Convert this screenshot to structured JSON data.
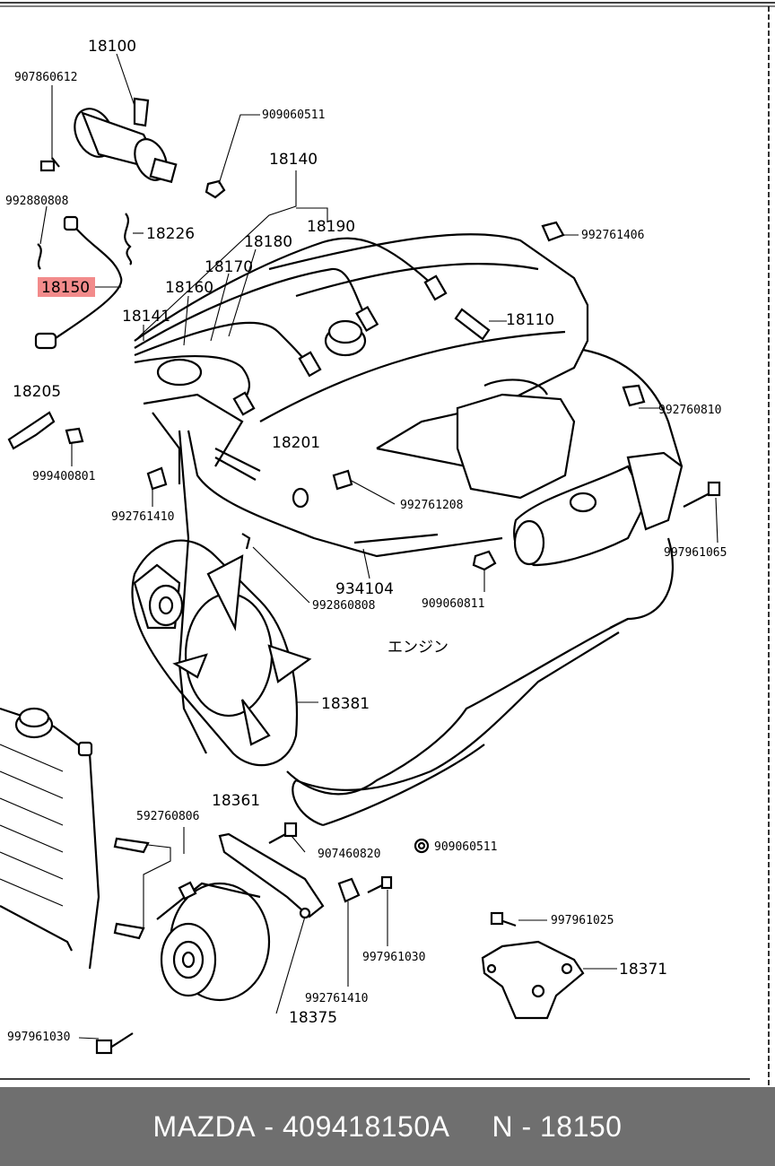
{
  "diagram": {
    "labels": {
      "p18100": "18100",
      "p907860612": "907860612",
      "p909060511_top": "909060511",
      "p18140": "18140",
      "p992880808": "992880808",
      "p18226": "18226",
      "p18190": "18190",
      "p992761406": "992761406",
      "p18180": "18180",
      "p18170": "18170",
      "p18150": "18150",
      "p18160": "18160",
      "p18110": "18110",
      "p18141": "18141",
      "p18205": "18205",
      "p992760810": "992760810",
      "p18201": "18201",
      "p999400801": "999400801",
      "p992761208": "992761208",
      "p992761410_mid": "992761410",
      "p997961065": "997961065",
      "p934104": "934104",
      "p909060811": "909060811",
      "p992860808": "992860808",
      "engine_jp": "エンジン",
      "p18381": "18381",
      "p18361": "18361",
      "p592760806": "592760806",
      "p907460820": "907460820",
      "p909060511_bot": "909060511",
      "p997961025": "997961025",
      "p997961030_mid": "997961030",
      "p18371": "18371",
      "p992761410_bot": "992761410",
      "p18375": "18375",
      "p997961030_left": "997961030"
    },
    "highlight_color": "#f28b8b"
  },
  "footer": {
    "brand": "MAZDA",
    "sep1": " - ",
    "part_number": "409418150A",
    "gap": "     ",
    "code": "N - 18150"
  }
}
